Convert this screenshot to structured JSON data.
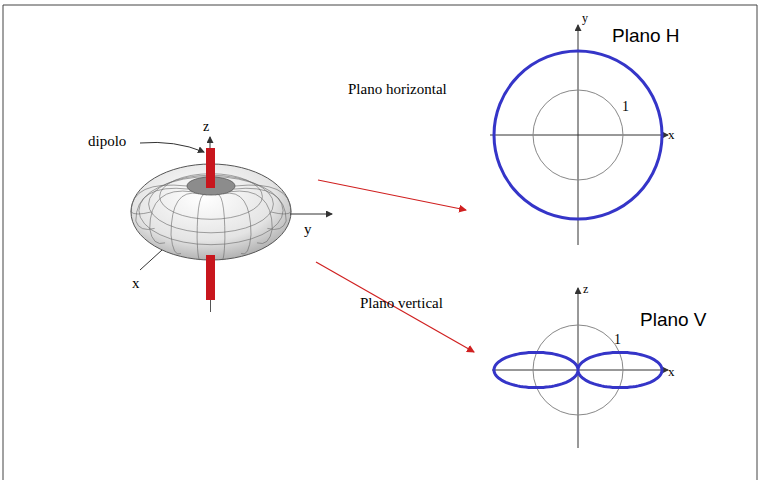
{
  "diagram": {
    "labels": [
      "dipolo",
      "z",
      "y",
      "x",
      "Plano horizontal",
      "Plano vertical",
      "y",
      "Plano H",
      "1",
      "x",
      "z",
      "1",
      "Plano V",
      "x"
    ]
  }
}
